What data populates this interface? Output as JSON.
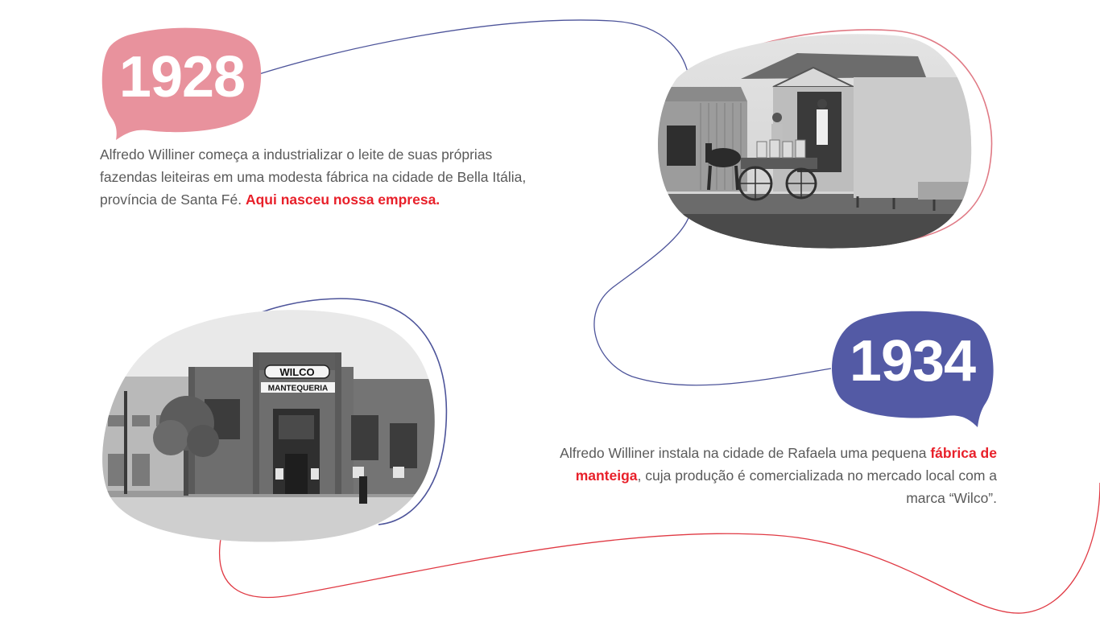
{
  "colors": {
    "pink_badge": "#e8929d",
    "blue_badge": "#535aa5",
    "highlight_red": "#e8202a",
    "body_text": "#5a5a5a",
    "curve_blue": "#4d549a",
    "curve_red": "#e03a44",
    "curve_pink": "#e07a85"
  },
  "timeline": {
    "e1928": {
      "year": "1928",
      "desc_prefix": "Alfredo Williner começa a industrializar o leite de suas próprias fazendas leiteiras em uma modesta fábrica na cidade de Bella Itália, província de Santa Fé. ",
      "desc_highlight": "Aqui nasceu nossa empresa."
    },
    "e1934": {
      "year": "1934",
      "desc_prefix": "Alfredo Williner instala na cidade de Rafaela uma pequena ",
      "desc_highlight": "fábrica de manteiga",
      "desc_suffix": ", cuja produção é comercializada no mercado local com a marca “Wilco”.",
      "sign_top": "WILCO",
      "sign_bottom": "MANTEQUERIA"
    }
  }
}
